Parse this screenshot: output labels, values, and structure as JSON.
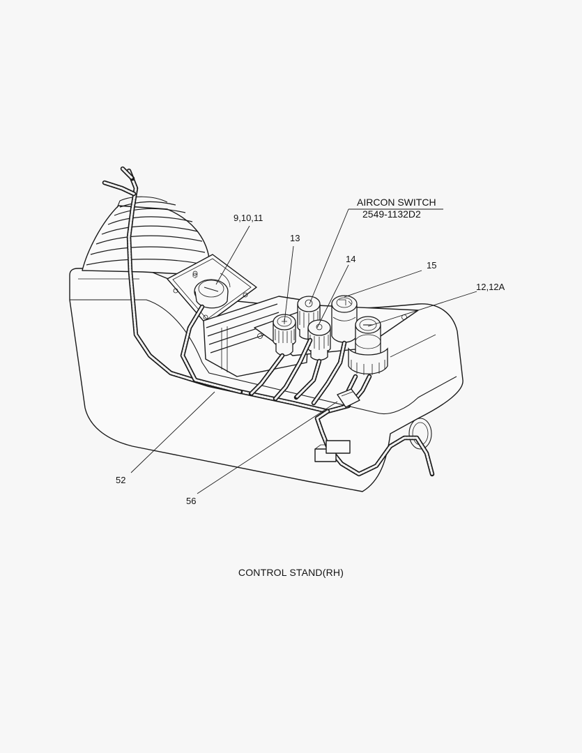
{
  "diagram": {
    "callouts": {
      "aircon_title": "AIRCON SWITCH",
      "aircon_part": "2549-1132D2",
      "c_9_10_11": "9,10,11",
      "c_13": "13",
      "c_14": "14",
      "c_15": "15",
      "c_12_12a": "12,12A",
      "c_52": "52",
      "c_56": "56"
    },
    "caption": "CONTROL STAND(RH)"
  }
}
